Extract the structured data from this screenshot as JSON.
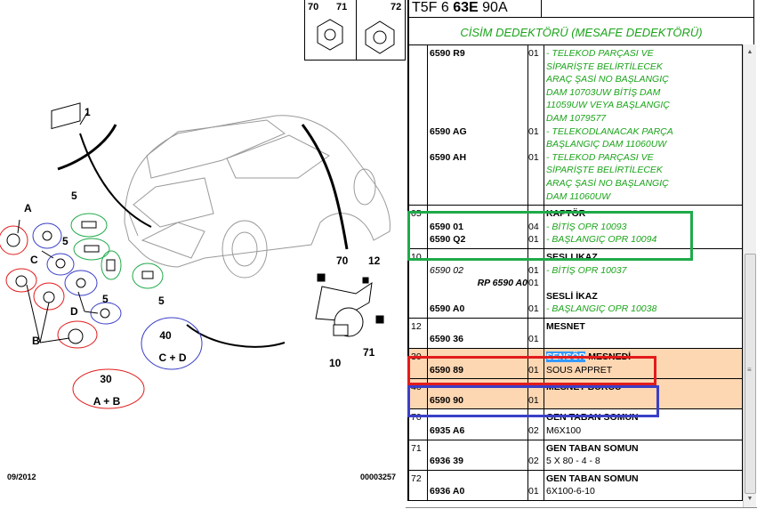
{
  "header": {
    "code_pre": "T5F 6 ",
    "code_bold": "63E",
    "code_post": " 90A"
  },
  "section_title": "CİSİM DEDEKTÖRÜ (MESAFE DEDEKTÖRÜ)",
  "nuts": [
    "70",
    "71",
    "72"
  ],
  "diagram": {
    "labels": {
      "p1": "1",
      "a": "A",
      "c": "C",
      "d": "D",
      "b": "B",
      "five": "5",
      "p70": "70",
      "p12": "12",
      "p10": "10",
      "p71": "71"
    },
    "group40": {
      "num": "40",
      "parts": "C + D"
    },
    "group30": {
      "num": "30",
      "parts": "A + B"
    },
    "date": "09/2012",
    "ref": "00003257"
  },
  "colors": {
    "green": "#1faa4a",
    "red": "#e21b1b",
    "blue": "#3a3fc7",
    "highlight": "#fdd6b2"
  },
  "rows": [
    {
      "ref": "",
      "lines": [
        {
          "part": "6590 R9",
          "qty": "01",
          "desc": "- TELEKOD PARÇASI VE",
          "style": "green"
        },
        {
          "desc": "SİPARİŞTE BELİRTİLECEK",
          "style": "green"
        },
        {
          "desc": "ARAÇ ŞASİ NO BAŞLANGIÇ",
          "style": "green"
        },
        {
          "desc": "DAM 10703UW BİTİŞ DAM",
          "style": "green"
        },
        {
          "desc": "11059UW VEYA BAŞLANGIÇ",
          "style": "green"
        },
        {
          "desc": "DAM 1079577",
          "style": "green"
        },
        {
          "part": "6590 AG",
          "qty": "01",
          "desc": "- TELEKODLANACAK PARÇA",
          "style": "green"
        },
        {
          "desc": "BAŞLANGIÇ DAM 11060UW",
          "style": "green"
        },
        {
          "part": "6590 AH",
          "qty": "01",
          "desc": "- TELEKOD PARÇASI VE",
          "style": "green"
        },
        {
          "desc": "SİPARİŞTE BELİRTİLECEK",
          "style": "green"
        },
        {
          "desc": "ARAÇ ŞASİ NO BAŞLANGIÇ",
          "style": "green"
        },
        {
          "desc": "DAM 11060UW",
          "style": "green"
        }
      ]
    },
    {
      "ref": "05",
      "lines": [
        {
          "desc": "KAPTÖR",
          "style": "bold"
        },
        {
          "part": "6590 01",
          "qty": "04",
          "desc": "- BİTİŞ OPR 10093",
          "style": "green"
        },
        {
          "part": "6590 Q2",
          "qty": "01",
          "desc": "- BAŞLANGIÇ OPR 10094",
          "style": "green"
        }
      ]
    },
    {
      "ref": "10",
      "lines": [
        {
          "desc": "SESLI IKAZ",
          "style": "bold"
        },
        {
          "part": "6590 02",
          "part_style": "it",
          "qty": "01",
          "desc": "- BİTİŞ OPR 10037",
          "style": "green"
        },
        {
          "part": "RP 6590 A0",
          "part_style": "bi",
          "qty": "01"
        },
        {
          "desc": "SESLİ İKAZ",
          "style": "bold"
        },
        {
          "part": "6590 A0",
          "qty": "01",
          "desc": "- BAŞLANGIÇ OPR 10038",
          "style": "green"
        }
      ]
    },
    {
      "ref": "12",
      "lines": [
        {
          "desc": "MESNET",
          "style": "bold"
        },
        {
          "part": "6590 36",
          "qty": "01"
        }
      ]
    },
    {
      "ref": "30",
      "highlight": true,
      "lines": [
        {
          "desc_sel": "SENSÖR",
          "desc": " MESNEDİ",
          "style": "bold"
        },
        {
          "part": "6590 89",
          "qty": "01",
          "desc": "SOUS APPRET",
          "style": "normal"
        }
      ]
    },
    {
      "ref": "40",
      "highlight": true,
      "lines": [
        {
          "desc": "MESNET BURCU",
          "style": "bold"
        },
        {
          "part": "6590 90",
          "qty": "01"
        }
      ]
    },
    {
      "ref": "70",
      "lines": [
        {
          "desc": "GEN TABAN SOMUN",
          "style": "bold"
        },
        {
          "part": "6935 A6",
          "qty": "02",
          "desc": "M6X100",
          "style": "normal"
        }
      ]
    },
    {
      "ref": "71",
      "lines": [
        {
          "desc": "GEN TABAN SOMUN",
          "style": "bold"
        },
        {
          "part": "6936 39",
          "qty": "02",
          "desc": "5 X 80 - 4 - 8",
          "style": "normal"
        }
      ]
    },
    {
      "ref": "72",
      "lines": [
        {
          "desc": "GEN TABAN SOMUN",
          "style": "bold"
        },
        {
          "part": "6936 A0",
          "qty": "01",
          "desc": "6X100-6-10",
          "style": "normal"
        }
      ]
    }
  ]
}
